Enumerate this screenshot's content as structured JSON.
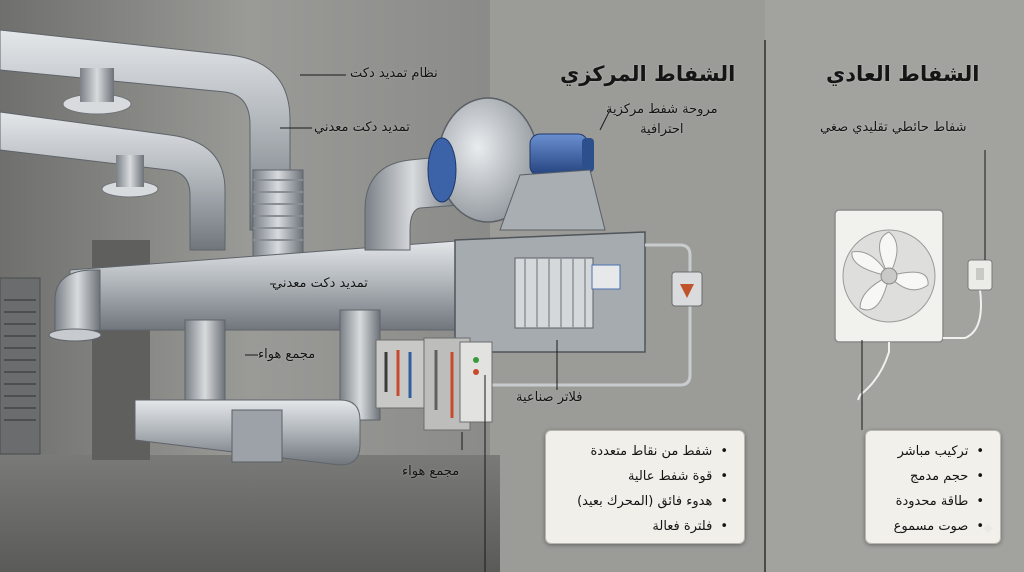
{
  "central": {
    "title": "الشفاط المركزي",
    "fan_label_line1": "مروحة شفط مركزية",
    "fan_label_line2": "احترافية",
    "duct_system": "نظام تمديد دكت",
    "metal_duct_top": "تمديد دكت معدني",
    "metal_duct_main": "تمديد دكت معدني",
    "air_collector_upper": "مجمع هواء",
    "air_collector_lower": "مجمع هواء",
    "filters": "فلاتر صناعية",
    "features": [
      "شفط من نقاط متعددة",
      "قوة شفط عالية",
      "هدوء فائق (المحرك بعيد)",
      "فلترة فعالة"
    ]
  },
  "regular": {
    "title": "الشفاط العادي",
    "fan_label": "شفاط حائطي تقليدي صغي",
    "features": [
      "تركيب مباشر",
      "حجم مدمج",
      "طاقة محدودة",
      "صوت مسموع"
    ]
  },
  "colors": {
    "wall": "#8e8e8c",
    "floor": "#6c6c6a",
    "duct": "#b8bcc0",
    "motor": "#3c63a8",
    "box_bg": "#f6f5f0"
  },
  "icons": [
    "sparkle-icon"
  ]
}
